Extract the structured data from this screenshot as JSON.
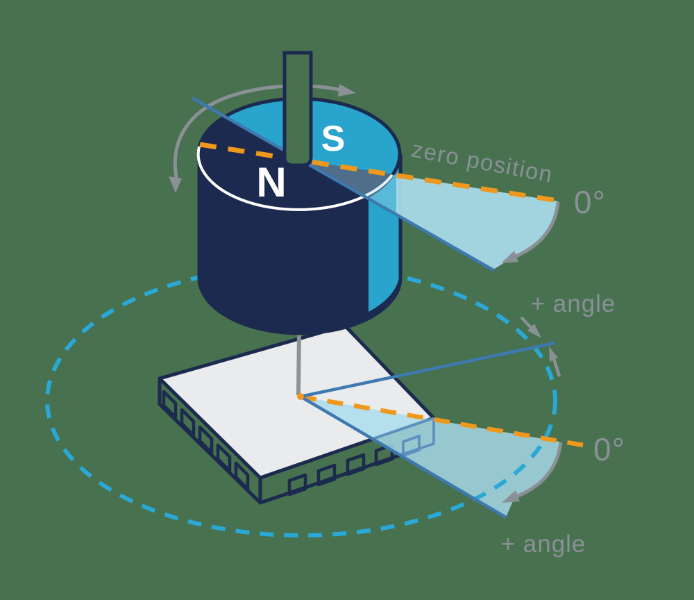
{
  "diagram": {
    "description_labels": {
      "zero_position": "zero position",
      "zero_deg_magnet": "0°",
      "zero_deg_sensor": "0°",
      "plus_angle_magnet": "+ angle",
      "plus_angle_sensor": "+ angle",
      "pole_north": "N",
      "pole_south": "S"
    }
  },
  "colors": {
    "background": "#47714F",
    "navy": "#1B2A4E",
    "magnet_cyan": "#29A4CC",
    "dashed_circle_cyan": "#2AA8D6",
    "steel_blue": "#3E79B0",
    "orange": "#F0981E",
    "wedge_light_blue": "#A9DCEC",
    "label_gray": "#8A9096",
    "chip_gray": "#E9EBED",
    "white": "#FFFFFF"
  }
}
